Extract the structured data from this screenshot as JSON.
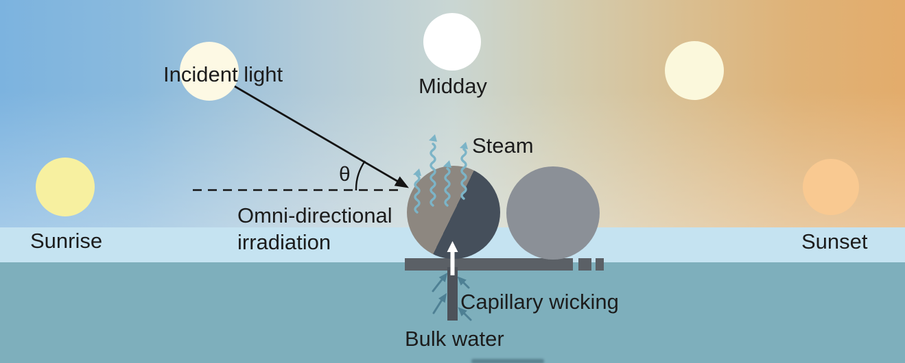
{
  "figure": {
    "type": "scientific schematic",
    "topic": "Omni-directional solar irradiation, capillary wicking and steam generation from spherical evaporators floating on bulk water from sunrise to sunset"
  },
  "labels": {
    "incident_light": "Incident light",
    "midday": "Midday",
    "steam": "Steam",
    "sunrise": "Sunrise",
    "sunset": "Sunset",
    "omni_line1": "Omni-directional",
    "omni_line2": "irradiation",
    "theta": "θ",
    "capillary_wicking": "Capillary wicking",
    "bulk_water": "Bulk water"
  },
  "suns": [
    {
      "name": "sunrise-sun",
      "color": "#f7f0a0"
    },
    {
      "name": "incident-light-sun",
      "color": "#fdf9e4"
    },
    {
      "name": "midday-sun",
      "color": "#ffffff"
    },
    {
      "name": "afternoon-sun",
      "color": "#fbf8dc"
    },
    {
      "name": "sunset-sun",
      "color": "#f9c991"
    }
  ],
  "colors": {
    "sky_left": "#7cb3df",
    "sky_middle": "#c9d6d3",
    "sky_right": "#e3ac6b",
    "horizon_band": "#c5e3f1",
    "water": "#7eafbc",
    "sphere_plain": "#8b9097",
    "sphere_lit_half": "#8d8780",
    "sphere_dark_half": "#454f5b",
    "support_bar": "#5b6066",
    "wick": "#4d525a",
    "steam_arrows": "#7cb4c7",
    "capillary_arrows": "#4e8094",
    "incident_ray": "#141414",
    "text": "#1c1c1c",
    "upflow_arrow": "#ffffff"
  },
  "icons": {
    "steam_arrow_count": 4,
    "capillary_arrow_count": 4
  }
}
